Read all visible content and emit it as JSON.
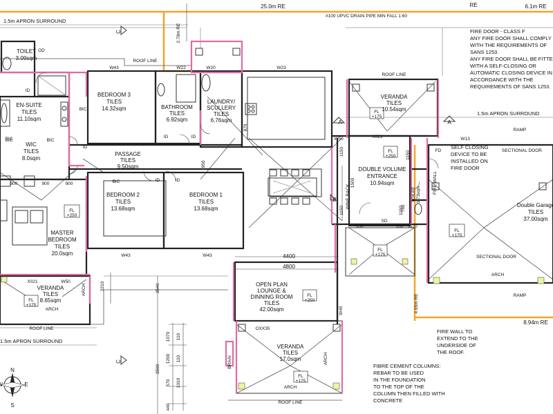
{
  "dimensions": {
    "top_re_1": "25.0m RE",
    "top_re_2": "6.1m RE",
    "re_mid": "RE",
    "drain_pipe": "#100 UPVC DRAIN PIPE MIN FALL 1:60",
    "apron_top": "1.5m APRON SURROUND",
    "apron_right": "1.5m APRON SURROUND",
    "apron_bottom": "1.5m APRON SURROUND",
    "re_278": "2.78m RE",
    "re_465": "4.65m RE",
    "re_894": "8.94m RE",
    "d_900a": "900",
    "d_900b": "900",
    "d_900c": "900",
    "d_950": "950",
    "d_870": "870",
    "d_1150a": "1150",
    "d_1500": "1500",
    "d_1150b": "1150",
    "d_1150c": "1150",
    "d_1150d": "1150",
    "d_550a": "550",
    "d_550b": "550",
    "d_4400": "4400",
    "d_4800": "4800",
    "d_3210": "3210",
    "d_3540": "3540",
    "d_3500": "3500",
    "d_1070": "1070",
    "d_1200": "1200",
    "d_110a": "110",
    "d_110b": "110",
    "d_1010": "1010",
    "d_570": "570",
    "d_440": "440",
    "d_760": "760",
    "d_oxx35": "OXX35"
  },
  "markers": {
    "w43a": "W43",
    "w43b": "W43",
    "w43c": "W43",
    "w22": "W22",
    "w20a": "W20",
    "w23": "W23",
    "w50a": "W50",
    "w50b": "W50",
    "w13": "W13",
    "w20b": "W20",
    "w45": "W45",
    "x021a": "X021",
    "x021b": "X021",
    "od": "OD",
    "id1": "ID",
    "id2": "ID",
    "id3": "ID",
    "id4": "ID",
    "id5": "ID",
    "id6": "ID",
    "fd": "FD",
    "sd": "SD",
    "bic1": "BIC",
    "bic2": "BIC",
    "bic3": "BIC",
    "bic4": "BIC",
    "bic5": "BIC",
    "arch1": "ARCH",
    "arch2": "ARCH",
    "arch3": "ARCH",
    "arch4": "ARCH",
    "arch5": "ARCH",
    "roof1": "ROOF LINE",
    "roof2": "ROOF LINE",
    "roof3": "ROOF LINE",
    "roof4": "ROOF LINE",
    "ramp1": "RAMP",
    "ramp2": "RAMP",
    "sect1": "SECTIONAL DOOR",
    "sect2": "SECTIONAL DOOR",
    "fire_wall": "FIRE WALL",
    "wine_rack": "WINE RACK",
    "braai": "BRAAI",
    "sec_a1": "A",
    "sec_a2": "A",
    "sec_b1": "B",
    "sec_b2": "B",
    "sec_c1": "C",
    "sec_c2": "C",
    "fl_175a": "FL\n+175",
    "fl_250a": "FL\n+250",
    "fl_250b": "FL\n+250",
    "fl_250c": "FL\n+250",
    "fl_175b": "FL\n+175",
    "fl_175c": "FL\n+175",
    "fl_175d": "FL\n+175",
    "fl_175e": "FL\n+175",
    "compass_n": "N",
    "compass_s": "S",
    "compass_e": "E",
    "compass_w": "W"
  },
  "rooms": {
    "toilet1": {
      "name": "TOILET",
      "area": "3.09sqm"
    },
    "ensuite": {
      "name": "EN-SUITE",
      "material": "TILES",
      "area": "11.10sqm"
    },
    "wic": {
      "name": "WIC",
      "material": "TILES",
      "area": "8.0sqm"
    },
    "bedroom3": {
      "name": "BEDROOM 3",
      "material": "TILES",
      "area": "14.32sqm"
    },
    "bathroom": {
      "name": "BATHROOM",
      "material": "TILES",
      "area": "6.92sqm"
    },
    "laundry": {
      "name": "LAUNDRY/",
      "name2": "SCULLERY",
      "material": "TILES",
      "area": "6.76sqm"
    },
    "passage": {
      "name": "PASSAGE",
      "material": "TILES",
      "area": "9.50sqm"
    },
    "bedroom2": {
      "name": "BEDROOM 2",
      "material": "TILES",
      "area": "13.68sqm"
    },
    "bedroom1": {
      "name": "BEDROOM 1",
      "material": "TILES",
      "area": "13.68sqm"
    },
    "master": {
      "name": "MASTER",
      "name2": "BEDROOM",
      "material": "TILES",
      "area": "20.0sqm"
    },
    "veranda_left": {
      "name": "VERANDA",
      "material": "TILES",
      "area": "8.65sqm"
    },
    "veranda_top": {
      "name": "VERANDA",
      "material": "TILES",
      "area": "10.54sqm"
    },
    "entrance": {
      "name": "DOUBLE VOLUME",
      "name2": "ENTRANCE",
      "area": "10.94sqm"
    },
    "toilet2": {
      "name": "TOILET",
      "area": "1.73sqm"
    },
    "garage": {
      "name": "Double Garage",
      "material": "TILES",
      "area": "37.00sqm"
    },
    "lounge": {
      "name": "OPEN PLAN",
      "name2": "LOUNGE &",
      "name3": "DINNING ROOM",
      "material": "TILES",
      "area": "42.00sqm"
    },
    "veranda_bottom": {
      "name": "VERANDA",
      "material": "TILES",
      "area": "17.0sqm"
    }
  },
  "notes": {
    "fire_door": [
      "FIRE DOOR - CLASS F",
      "ANY FIRE DOOR SHALL COMPLY",
      "WITH THE REQUIREMENTS OF",
      "SANS 1253.",
      "ANY FIRE DOOR SHALL BE FITTED",
      "WITH A SELF-CLOSING OR",
      "AUTOMATIC CLOSING DEVICE IN",
      "ACCORDANCE WITH THE",
      "REQUIREMENTS OF SANS 1253."
    ],
    "self_closing": [
      "SELF CLOSING",
      "DEVICE TO BE",
      "INSTALLED ON",
      "FIRE DOOR"
    ],
    "fire_wall_extend": [
      "FIRE WALL TO",
      "EXTEND TO THE",
      "UNDERSIDE OF",
      "THE ROOF."
    ],
    "columns": [
      "FIBRE CEMENT COLUMNS:",
      "REBAR TO BE USED",
      "IN THE FOUNDATION",
      "TO THE TOP OF THE",
      "COLUMN THEN FILLED WITH",
      "CONCRETE"
    ]
  },
  "colors": {
    "wall": "#222222",
    "pink_wall": "#e06aa6",
    "orange_line": "#f2a623",
    "column_fill": "#eef5a0"
  }
}
